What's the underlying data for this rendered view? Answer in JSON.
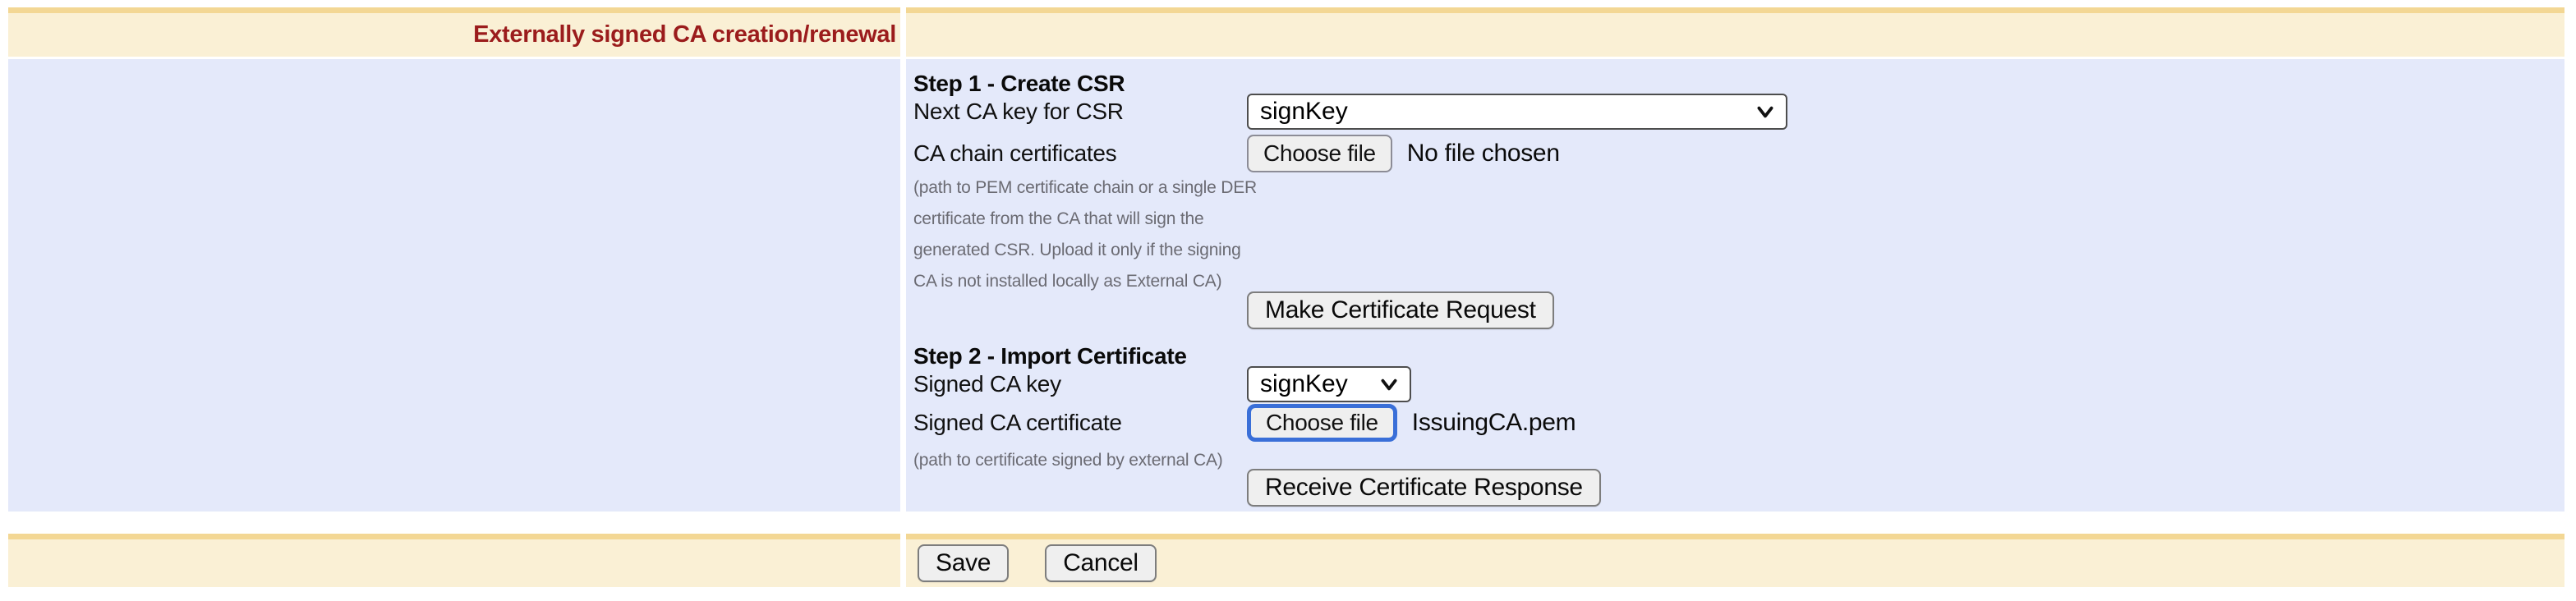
{
  "header": {
    "title": "Externally signed CA creation/renewal"
  },
  "step1": {
    "heading": "Step 1 - Create CSR",
    "next_ca_key": {
      "label": "Next CA key for CSR",
      "value": "signKey"
    },
    "ca_chain": {
      "label": "CA chain certificates",
      "button": "Choose file",
      "status": "No file chosen",
      "help_lines": [
        "(path to PEM certificate chain or a single DER",
        "certificate from the CA that will sign the",
        "generated CSR. Upload it only if the signing",
        "CA is not installed locally as External CA)"
      ]
    },
    "make_request_button": "Make Certificate Request"
  },
  "step2": {
    "heading": "Step 2 - Import Certificate",
    "signed_key": {
      "label": "Signed CA key",
      "value": "signKey"
    },
    "signed_cert": {
      "label": "Signed CA certificate",
      "button": "Choose file",
      "filename": "IssuingCA.pem",
      "help_lines": [
        "(path to certificate signed by external CA)"
      ]
    },
    "receive_response_button": "Receive Certificate Response"
  },
  "footer": {
    "save": "Save",
    "cancel": "Cancel"
  },
  "icons": {
    "select_arrow": "chevron-down-icon"
  },
  "colors": {
    "band_accent": "#f3d794",
    "band_bg": "#faf0d5",
    "panel_bg": "#e4e9fa",
    "title_color": "#9b1c1c",
    "focus_ring": "#3a6fd8"
  }
}
